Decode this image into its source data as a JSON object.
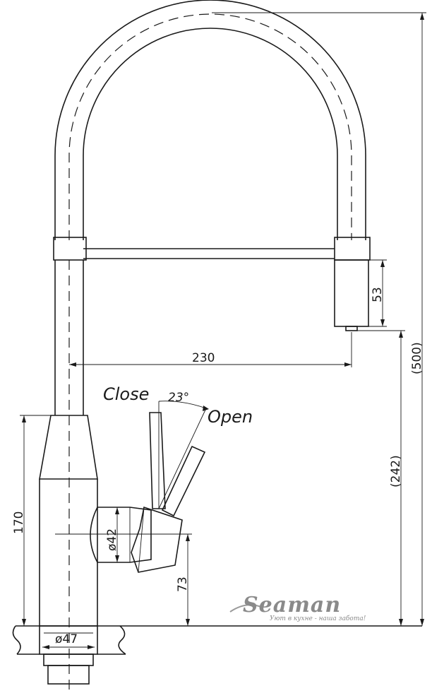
{
  "labels": {
    "close": "Close",
    "open": "Open",
    "angle": "23°"
  },
  "dimensions": {
    "reach": "230",
    "spout_height": "53",
    "total_height": "(500)",
    "outlet_height": "(242)",
    "body_height": "170",
    "handle_height": "73",
    "body_diameter": "ø42",
    "base_diameter": "ø47"
  },
  "brand": {
    "logo_text": "Seaman",
    "slogan": "Уют в кухне - наша забота!"
  }
}
